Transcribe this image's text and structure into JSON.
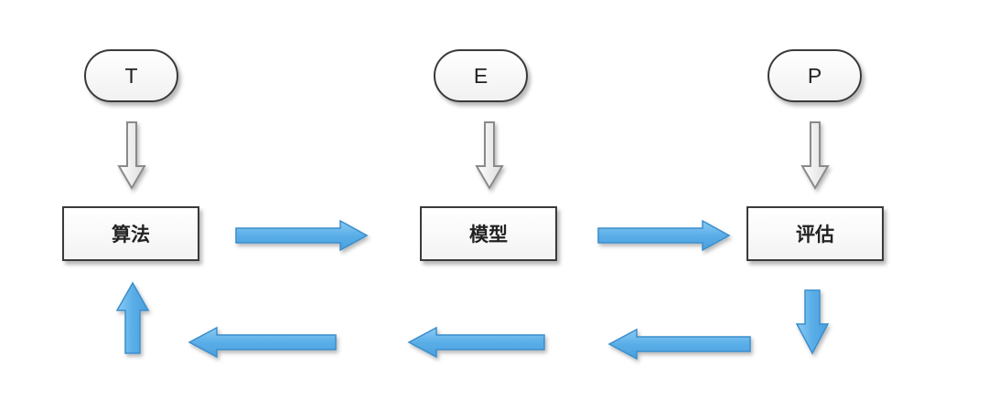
{
  "inputs": [
    {
      "id": "t",
      "label": "T"
    },
    {
      "id": "e",
      "label": "E"
    },
    {
      "id": "p",
      "label": "P"
    }
  ],
  "stages": [
    {
      "id": "algorithm",
      "label": "算法"
    },
    {
      "id": "model",
      "label": "模型"
    },
    {
      "id": "evaluation",
      "label": "评估"
    }
  ],
  "colors": {
    "flow_arrow_fill": "#5aaee8",
    "flow_arrow_stroke": "#3a8ecc",
    "input_arrow_fill": "#ededed",
    "input_arrow_stroke": "#8a8a8a",
    "node_border": "#3a3a3a"
  }
}
